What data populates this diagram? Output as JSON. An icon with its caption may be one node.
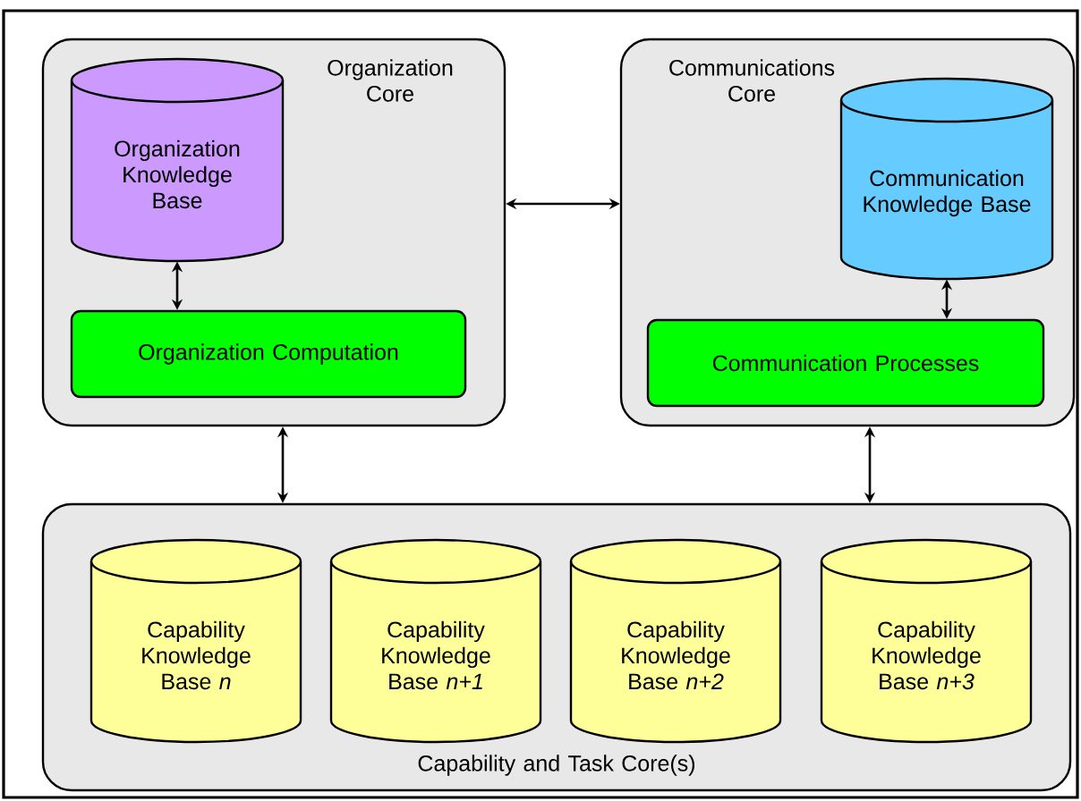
{
  "diagram": {
    "nodes": [
      {
        "text": [
          "Organization Core"
        ]
      },
      {
        "text": [
          "Organization Knowledge Base"
        ],
        "in": 0
      },
      {
        "text": [
          "Organization Computation"
        ],
        "in": 0
      },
      {
        "text": [
          "Communications Core"
        ]
      },
      {
        "text": [
          "Communication Knowledge Base"
        ],
        "in": 3
      },
      {
        "text": [
          "Communication Processes"
        ],
        "in": 3
      },
      {
        "text": [
          "Capability and Task Core(s)"
        ]
      },
      {
        "text": [
          "Capability Knowledge Base *n*"
        ],
        "in": 6
      },
      {
        "text": [
          "Capability Knowledge Base *n+1*"
        ],
        "in": 6
      },
      {
        "text": [
          "Capability Knowledge Base *n+2*"
        ],
        "in": 6
      },
      {
        "text": [
          "Capability Knowledge Base *n+3*"
        ],
        "in": 6
      }
    ],
    "edges": [
      {
        "from": 1,
        "to": 2,
        "arrow": "both"
      },
      {
        "from": 0,
        "to": 3,
        "arrow": "both"
      },
      {
        "from": 4,
        "to": 5,
        "arrow": "both"
      },
      {
        "from": 0,
        "to": 6,
        "arrow": "both"
      },
      {
        "from": 3,
        "to": 6,
        "arrow": "both"
      }
    ]
  }
}
